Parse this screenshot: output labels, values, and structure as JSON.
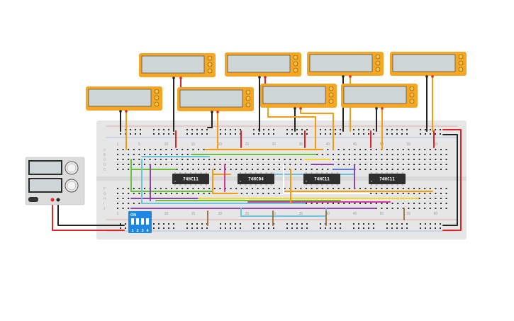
{
  "colors": {
    "board": "#e6e6e6",
    "hole": "#2b2b2b",
    "chip": "#2f2f2f",
    "display_frame": "#f5a623",
    "display_screen": "#cfd6d8",
    "dip": "#1e88e5",
    "psu": "#dcdcdc",
    "wire_orange": "#f39c12",
    "wire_red": "#e02424",
    "wire_black": "#222222",
    "wire_green": "#6bbf3b",
    "wire_cyan": "#6cc5e0",
    "wire_purple": "#8e44ad",
    "wire_pink": "#d63aa0",
    "wire_brown": "#a0784a",
    "wire_yellow": "#f1d72e",
    "wire_white": "#ffffff",
    "wire_blue": "#5b7fd6"
  },
  "chips": [
    {
      "label": "74HC11"
    },
    {
      "label": "74HC04"
    },
    {
      "label": "74HC11"
    },
    {
      "label": "74HC11"
    }
  ],
  "dip_switch": {
    "on_label": "ON",
    "numbers": [
      "1",
      "2",
      "3",
      "4"
    ]
  },
  "column_numbers": [
    "1",
    "5",
    "10",
    "15",
    "20",
    "25",
    "30",
    "35",
    "40",
    "45",
    "50",
    "55",
    "60"
  ],
  "row_letters_top": [
    "A",
    "B",
    "C",
    "D",
    "E"
  ],
  "row_letters_bottom": [
    "F",
    "G",
    "H",
    "I",
    "J"
  ],
  "displays": [
    {
      "name": "display-1"
    },
    {
      "name": "display-2"
    },
    {
      "name": "display-3"
    },
    {
      "name": "display-4"
    },
    {
      "name": "display-5"
    },
    {
      "name": "display-6"
    },
    {
      "name": "display-7"
    },
    {
      "name": "display-8"
    }
  ],
  "psu": {
    "knob_icon": "knob-icon",
    "power_icon": "power-button-icon"
  }
}
